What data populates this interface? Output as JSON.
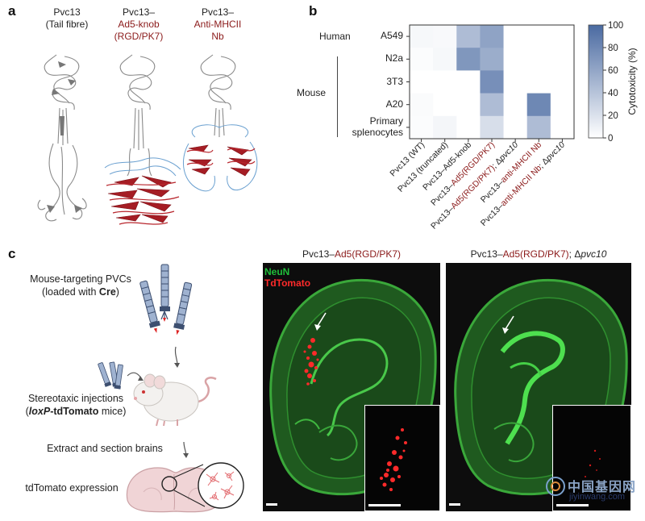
{
  "panels": {
    "a": "a",
    "b": "b",
    "c": "c"
  },
  "panel_a": {
    "structures": [
      {
        "line1": "Pvc13",
        "line2": "(Tail fibre)",
        "line3": ""
      },
      {
        "line1": "Pvc13–",
        "line2": "Ad5-knob",
        "line3": "(RGD/PK7)"
      },
      {
        "line1": "Pvc13–",
        "line2": "Anti-MHCII",
        "line3": "Nb"
      }
    ]
  },
  "chart_data": {
    "type": "heatmap",
    "rows": [
      "A549",
      "N2a",
      "3T3",
      "A20",
      "Primary splenocytes"
    ],
    "row_labels_display": [
      "A549",
      "N2a",
      "3T3",
      "A20",
      "Primary",
      "splenocytes"
    ],
    "row_groups": [
      {
        "label": "Human",
        "rows": [
          "A549"
        ]
      },
      {
        "label": "Mouse",
        "rows": [
          "N2a",
          "3T3",
          "A20",
          "Primary splenocytes"
        ]
      }
    ],
    "columns": [
      {
        "pre": "Pvc13 (WT)",
        "red": "",
        "post": "",
        "italic": ""
      },
      {
        "pre": "Pvc13 (truncated)",
        "red": "",
        "post": "",
        "italic": ""
      },
      {
        "pre": "Pvc13–Ad5-knob",
        "red": "",
        "post": "",
        "italic": ""
      },
      {
        "pre": "Pvc13–",
        "red": "Ad5(RGD/PK7)",
        "post": "",
        "italic": ""
      },
      {
        "pre": "Pvc13–",
        "red": "Ad5(RGD/PK7)",
        "post": "; Δ",
        "italic": "pvc10"
      },
      {
        "pre": "Pvc13–",
        "red": "anti-MHCII Nb",
        "post": "",
        "italic": ""
      },
      {
        "pre": "Pvc13–",
        "red": "anti-MHCII Nb",
        "post": "; Δ",
        "italic": "pvc10"
      }
    ],
    "values": [
      [
        5,
        4,
        45,
        62,
        0,
        0,
        0
      ],
      [
        2,
        5,
        70,
        55,
        0,
        0,
        0
      ],
      [
        0,
        0,
        0,
        75,
        0,
        0,
        0
      ],
      [
        3,
        0,
        0,
        45,
        0,
        80,
        0
      ],
      [
        2,
        6,
        0,
        22,
        0,
        45,
        0
      ]
    ],
    "colorbar": {
      "label": "Cytotoxicity (%)",
      "min": 0,
      "max": 100,
      "ticks": [
        0,
        20,
        40,
        60,
        80,
        100
      ],
      "low_color": "#ffffff",
      "high_color": "#4a6aa1"
    }
  },
  "panel_c": {
    "flow": {
      "step1_line1": "Mouse-targeting PVCs",
      "step1_line2_pre": "(loaded with ",
      "step1_line2_bold": "Cre",
      "step1_line2_post": ")",
      "step2_line1": "Stereotaxic injections",
      "step2_line2_pre": "(",
      "step2_line2_bold_italic": "loxP",
      "step2_line2_bold": "-tdTomato",
      "step2_line2_post": " mice)",
      "step3": "Extract and section brains",
      "step4": "tdTomato expression"
    },
    "image1": {
      "title_pre": "Pvc13–",
      "title_red": "Ad5(RGD/PK7)",
      "legend_neun": "NeuN",
      "legend_tdtomato": "TdTomato",
      "neun_color": "#1fbf3a",
      "tdtomato_color": "#ff2a2a"
    },
    "image2": {
      "title_pre": "Pvc13–",
      "title_red": "Ad5(RGD/PK7)",
      "title_post": "; Δ",
      "title_italic": "pvc10"
    }
  },
  "watermark": {
    "cn": "中国基因网",
    "url": "jiyinwang.com"
  }
}
